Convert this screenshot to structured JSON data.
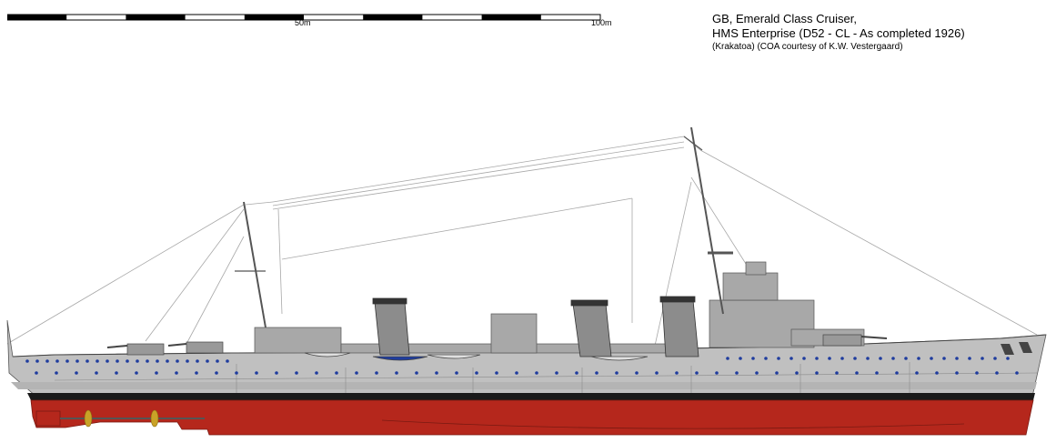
{
  "scale_bar": {
    "label_mid": "50m",
    "label_end": "100m"
  },
  "title": {
    "line1": "GB, Emerald Class Cruiser,",
    "line2": "HMS Enterprise (D52 - CL - As completed 1926)",
    "line3": "(Krakatoa) (COA courtesy of K.W. Vestergaard)"
  },
  "colors": {
    "hull_grey": "#c0c0c0",
    "superstructure_grey": "#a8a8a8",
    "funnel_grey": "#8c8c8c",
    "boot_black": "#1a1a1a",
    "antifouling_red": "#b5271c",
    "porthole_blue": "#1f3c9e",
    "propeller_gold": "#c9a227",
    "rigging": "#a0a0a0"
  }
}
